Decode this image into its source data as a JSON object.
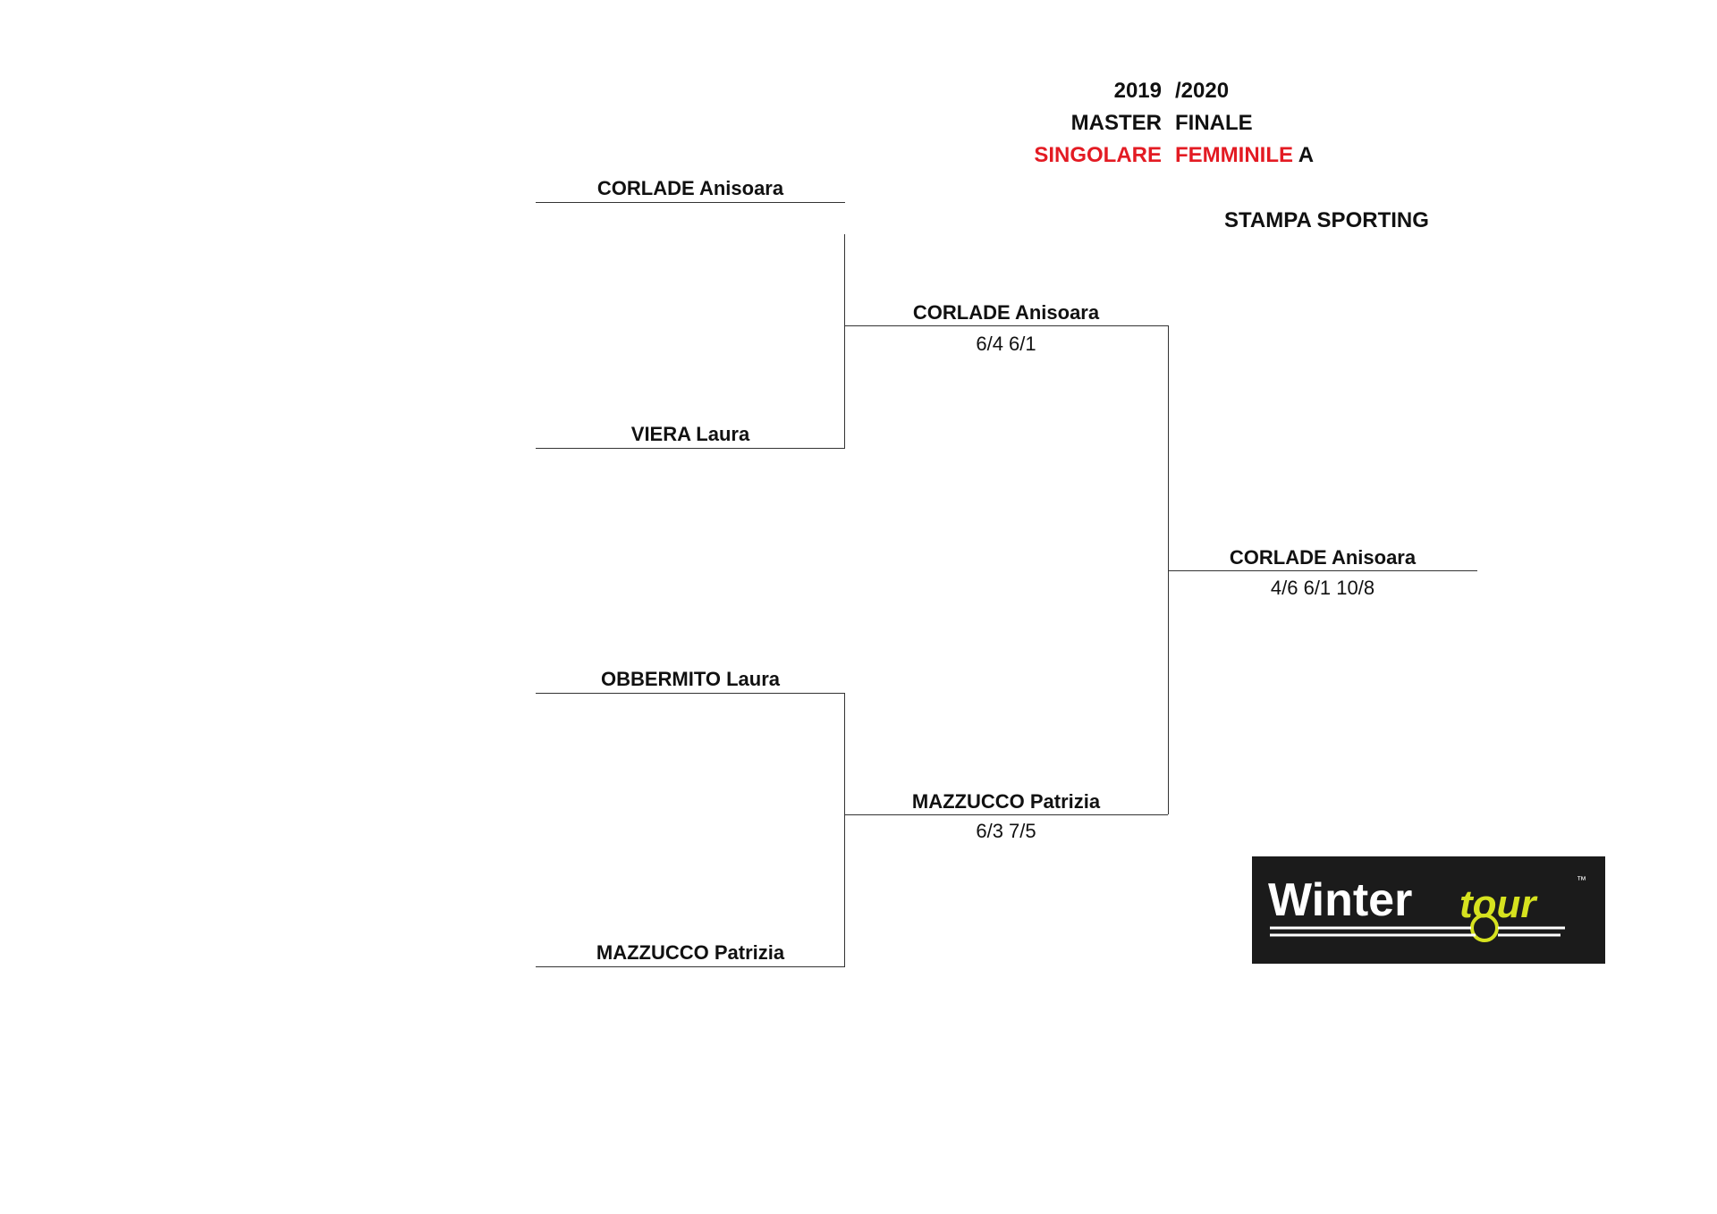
{
  "header": {
    "year_start": "2019",
    "year_end": "/2020",
    "event_1": "MASTER",
    "event_2": "FINALE",
    "category_1": "SINGOLARE",
    "category_2": "FEMMINILE",
    "category_3": "A",
    "venue": "STAMPA SPORTING"
  },
  "bracket": {
    "round1": [
      {
        "name": "CORLADE Anisoara"
      },
      {
        "name": "VIERA Laura"
      },
      {
        "name": "OBBERMITO Laura"
      },
      {
        "name": "MAZZUCCO Patrizia"
      }
    ],
    "semifinal": [
      {
        "name": "CORLADE Anisoara",
        "score": "6/4 6/1"
      },
      {
        "name": "MAZZUCCO Patrizia",
        "score": "6/3 7/5"
      }
    ],
    "final": {
      "name": "CORLADE Anisoara",
      "score": "4/6 6/1 10/8"
    }
  },
  "logo": {
    "text_1": "Winter",
    "text_2": "tour",
    "tm": "™"
  },
  "colors": {
    "accent_red": "#e31b23",
    "logo_bg": "#1b1b1b",
    "logo_yellow": "#d6e21f"
  }
}
